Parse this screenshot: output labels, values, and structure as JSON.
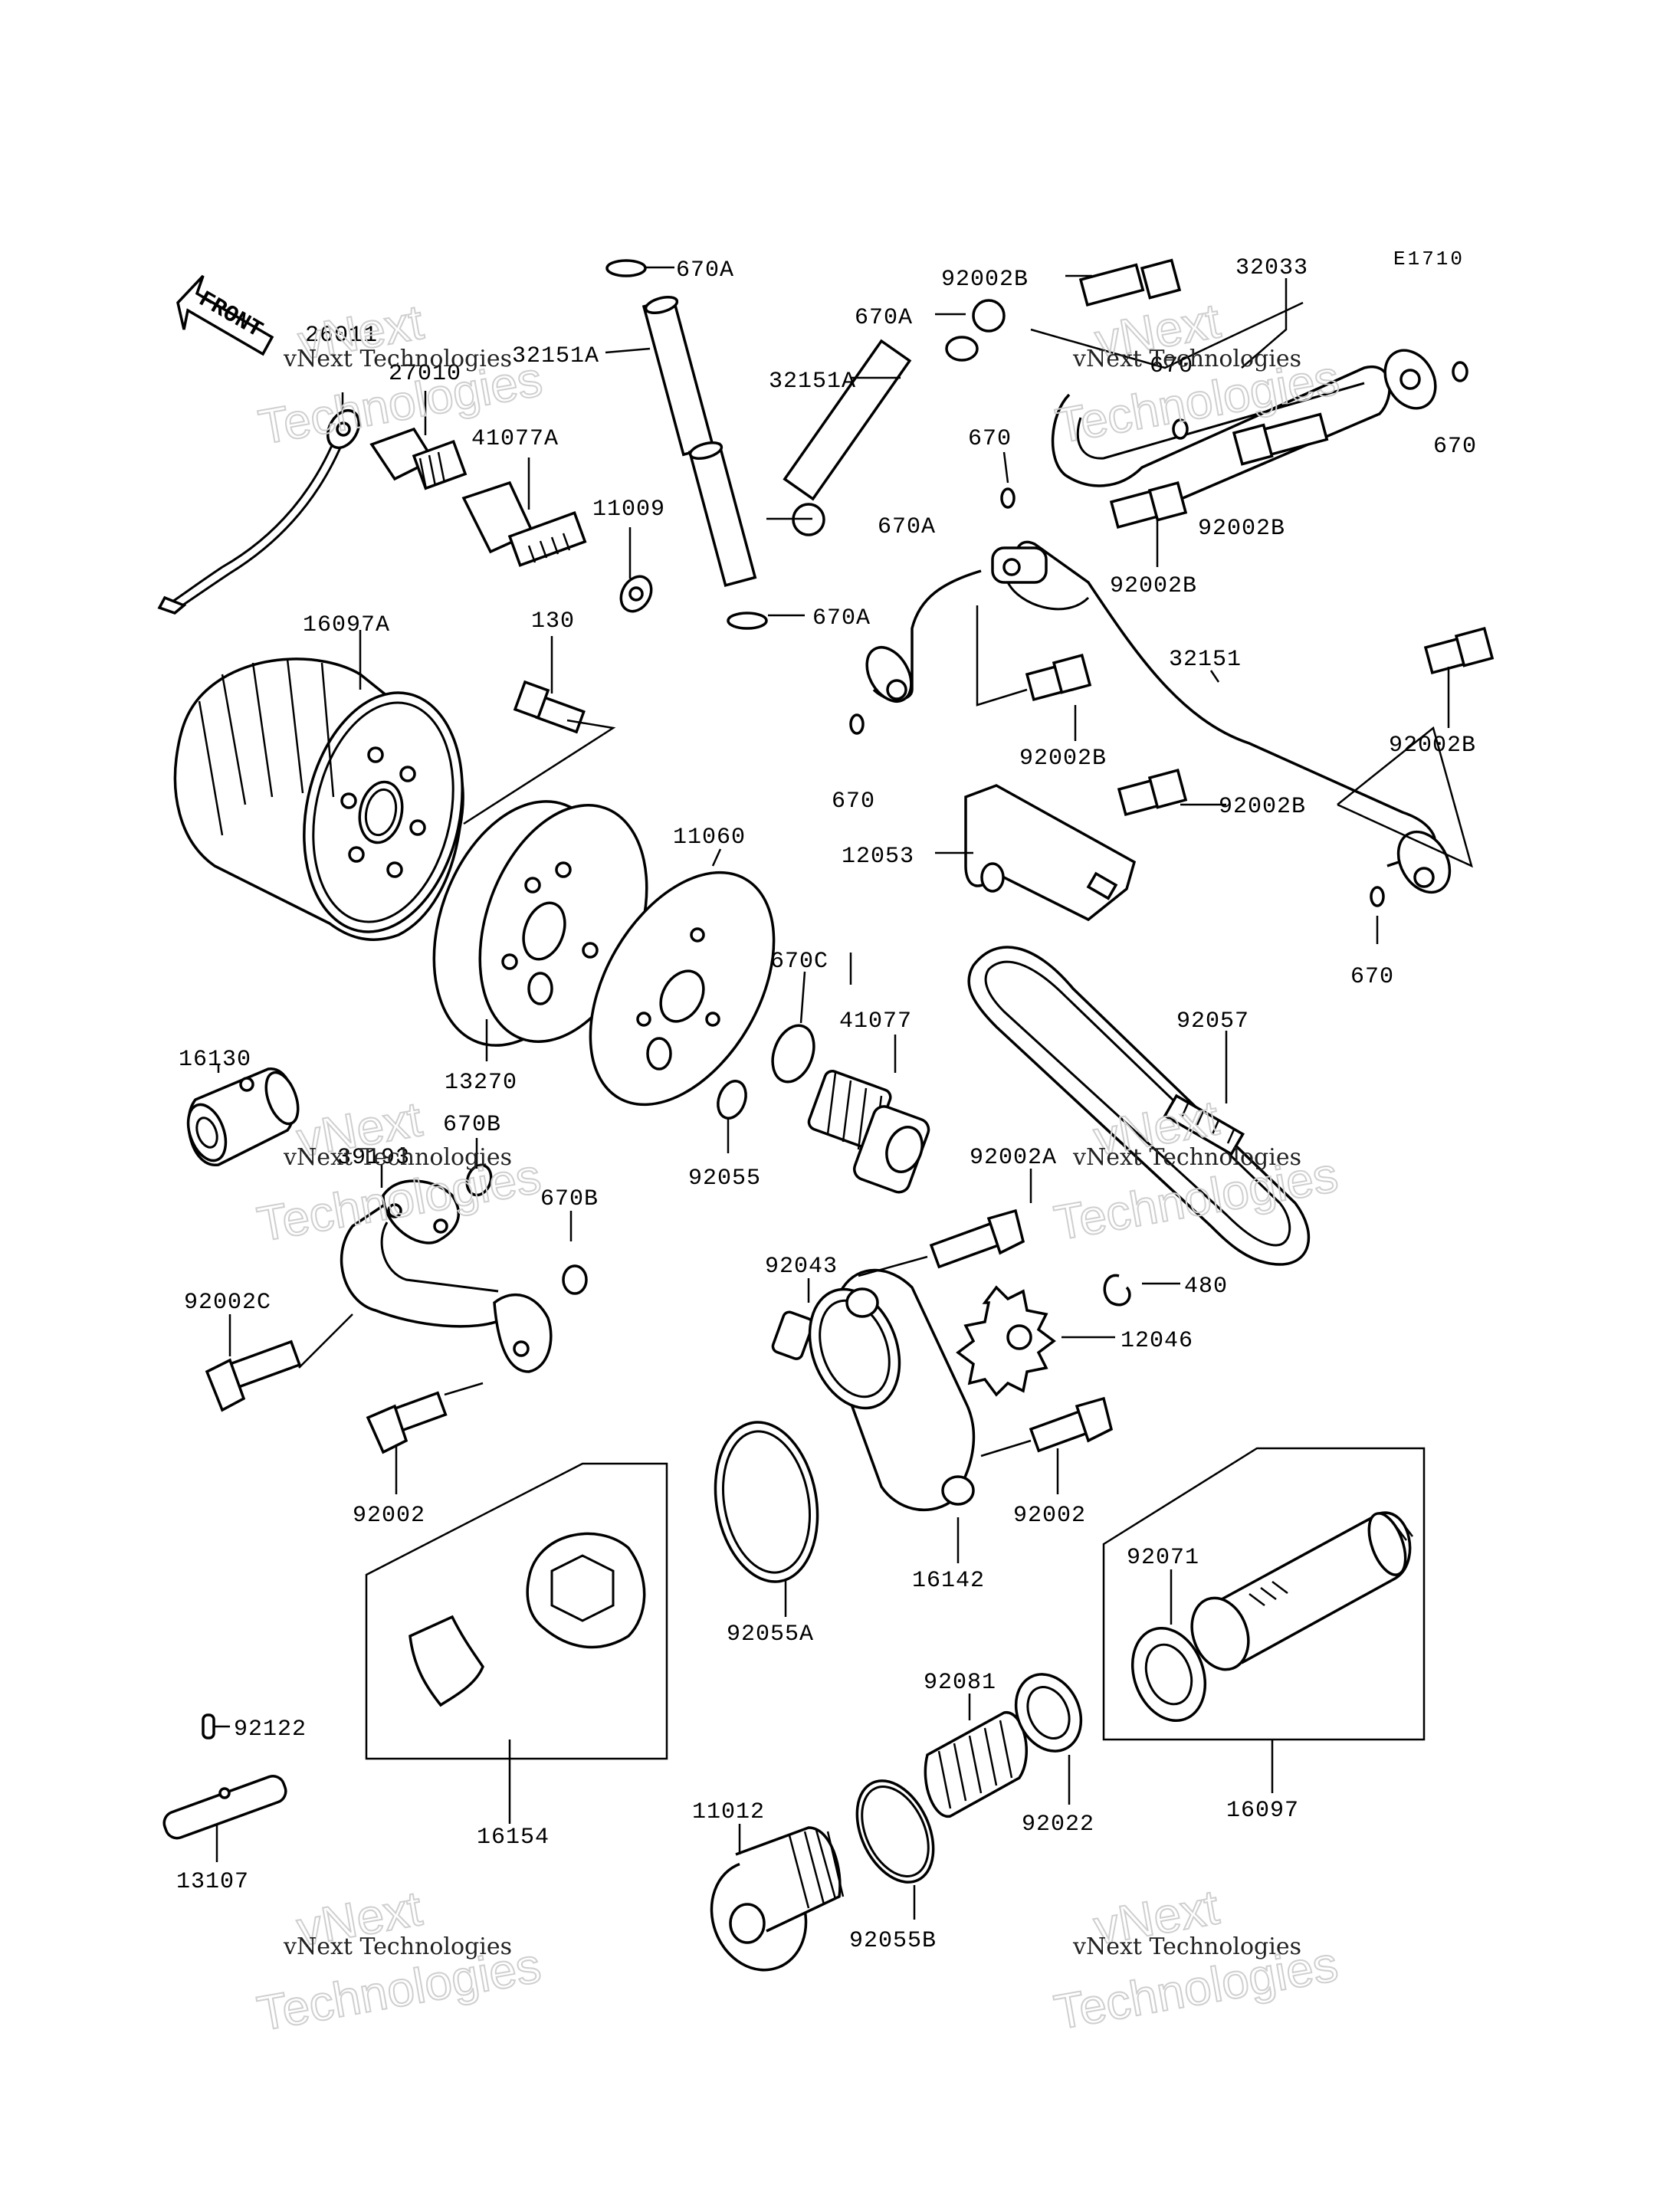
{
  "diagram": {
    "code": "E1710",
    "front_label": "FRONT",
    "watermark_line1": "vNext Technologies",
    "watermark_line2": "Technologies",
    "watermark_top": "vNext",
    "labels": {
      "p670A_a": "670A",
      "p92002B_a": "92002B",
      "p32033": "32033",
      "p670A_b": "670A",
      "p26011": "26011",
      "p27010": "27010",
      "p32151A_a": "32151A",
      "p32151A_b": "32151A",
      "p670_top": "670",
      "p670_right": "670",
      "p41077A": "41077A",
      "p670_mid": "670",
      "p11009": "11009",
      "p670A_c": "670A",
      "p92002B_b": "92002B",
      "p92002B_c": "92002B",
      "p16097A": "16097A",
      "p670A_d": "670A",
      "p130": "130",
      "p32151": "32151",
      "p92002B_d": "92002B",
      "p92002B_e": "92002B",
      "p670_lower": "670",
      "p92002B_f": "92002B",
      "p11060": "11060",
      "p12053": "12053",
      "p670C": "670C",
      "p670_far": "670",
      "p41077": "41077",
      "p92057": "92057",
      "p16130": "16130",
      "p13270": "13270",
      "p670B_a": "670B",
      "p39193": "39193",
      "p92055": "92055",
      "p92002A": "92002A",
      "p670B_b": "670B",
      "p92043": "92043",
      "p480": "480",
      "p92002C": "92002C",
      "p12046": "12046",
      "p92002_a": "92002",
      "p92002_b": "92002",
      "p92055A": "92055A",
      "p16142": "16142",
      "p92071": "92071",
      "p92081": "92081",
      "p92122": "92122",
      "p16154": "16154",
      "p11012": "11012",
      "p92022": "92022",
      "p16097": "16097",
      "p13107": "13107",
      "p92055B": "92055B"
    }
  }
}
